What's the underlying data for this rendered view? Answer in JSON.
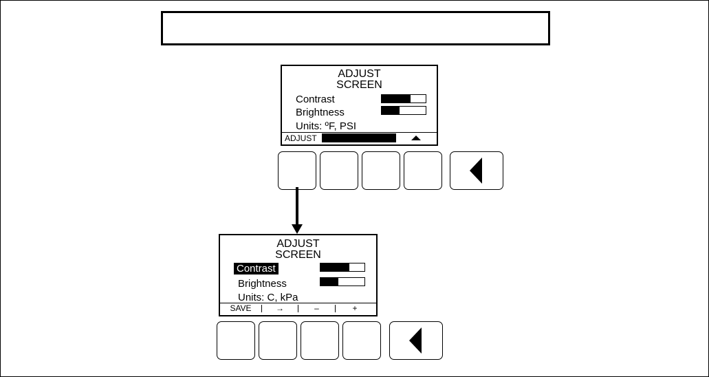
{
  "top_screen": {
    "title_line1": "ADJUST",
    "title_line2": "SCREEN",
    "contrast_label": "Contrast",
    "contrast_level": 0.65,
    "brightness_label": "Brightness",
    "brightness_level": 0.4,
    "units_label": "Units: ºF, PSI",
    "softkeys": {
      "key1": "ADJUST",
      "key4": "up-triangle-icon"
    }
  },
  "bottom_screen": {
    "title_line1": "ADJUST",
    "title_line2": "SCREEN",
    "contrast_label": "Contrast",
    "contrast_level": 0.65,
    "brightness_label": "Brightness",
    "brightness_level": 0.4,
    "units_label": "Units: C, kPa",
    "softkeys": {
      "key1": "SAVE",
      "key2": "→",
      "key3": "–",
      "key4": "+"
    }
  },
  "icons": {
    "back": "left-triangle-icon",
    "flow": "down-arrow-icon"
  }
}
